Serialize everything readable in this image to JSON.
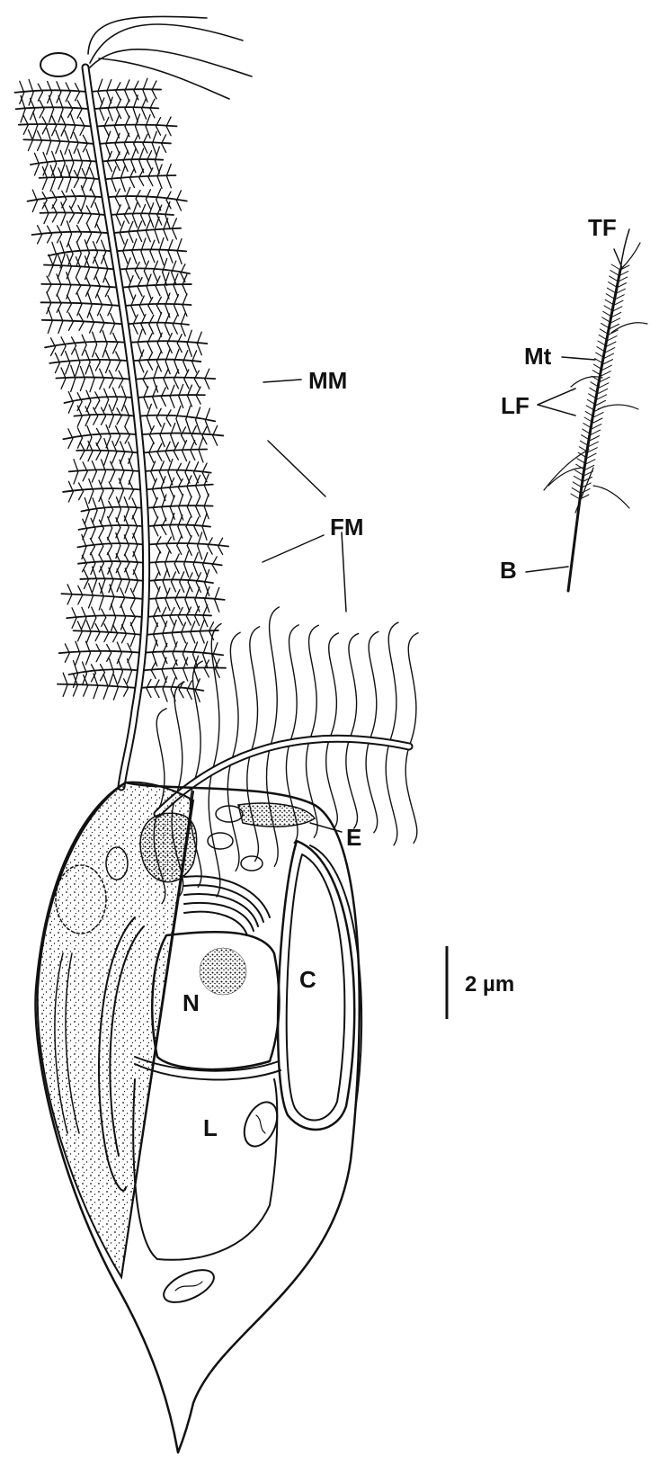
{
  "figure": {
    "labels": {
      "mm": "MM",
      "fm": "FM",
      "e": "E",
      "c": "C",
      "n": "N",
      "l": "L",
      "tf": "TF",
      "mt": "Mt",
      "lf": "LF",
      "b": "B"
    },
    "scale_bar": {
      "label": "2 µm"
    },
    "colors": {
      "ink": "#111111",
      "background": "#ffffff"
    }
  }
}
